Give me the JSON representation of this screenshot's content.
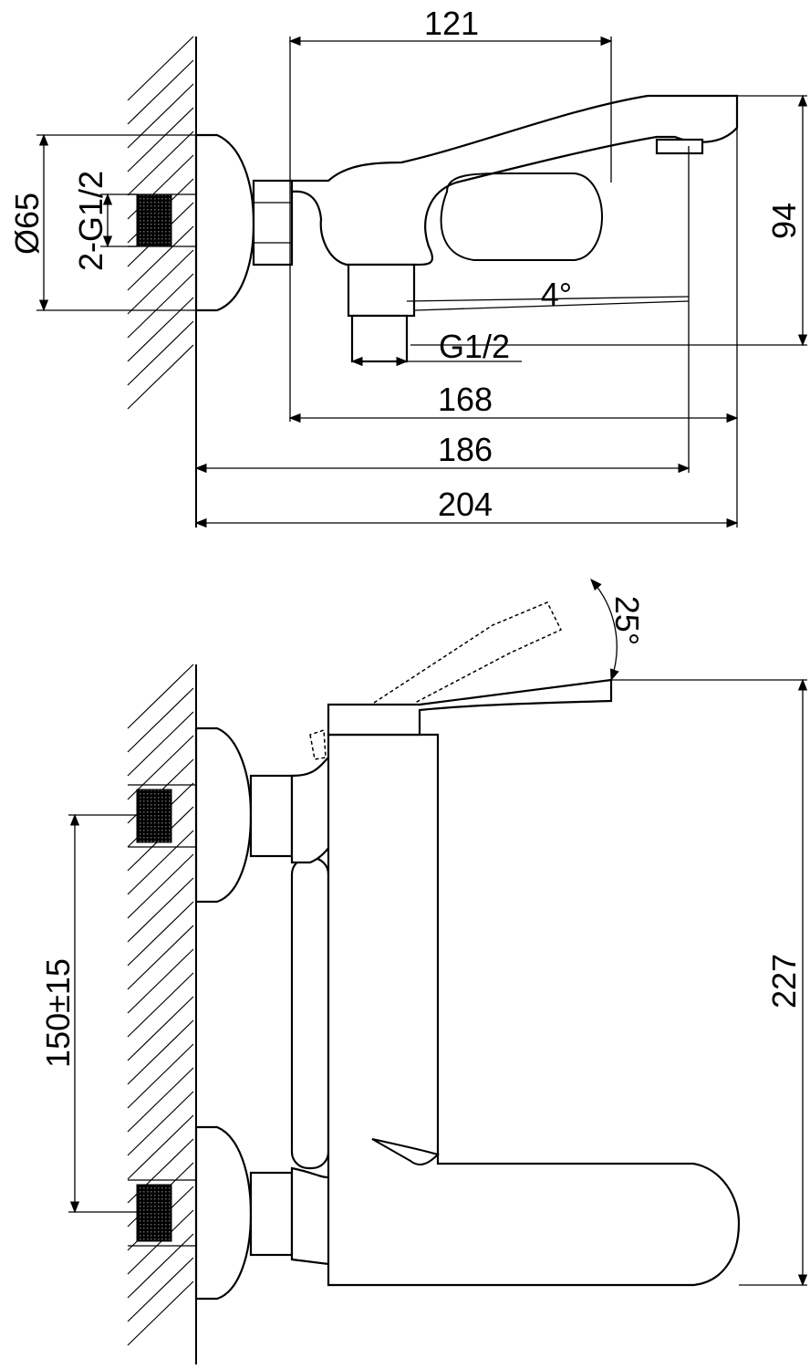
{
  "top_view": {
    "dim_121": "121",
    "dim_diameter_65": "Ø65",
    "dim_2_g1_2": "2-G1/2",
    "dim_94": "94",
    "dim_4_deg": "4°",
    "dim_g1_2": "G1/2",
    "dim_168": "168",
    "dim_186": "186",
    "dim_204": "204"
  },
  "side_view": {
    "dim_25_deg": "25°",
    "dim_227": "227",
    "dim_150_15": "150±15"
  },
  "colors": {
    "line": "#000000",
    "background": "#ffffff"
  }
}
